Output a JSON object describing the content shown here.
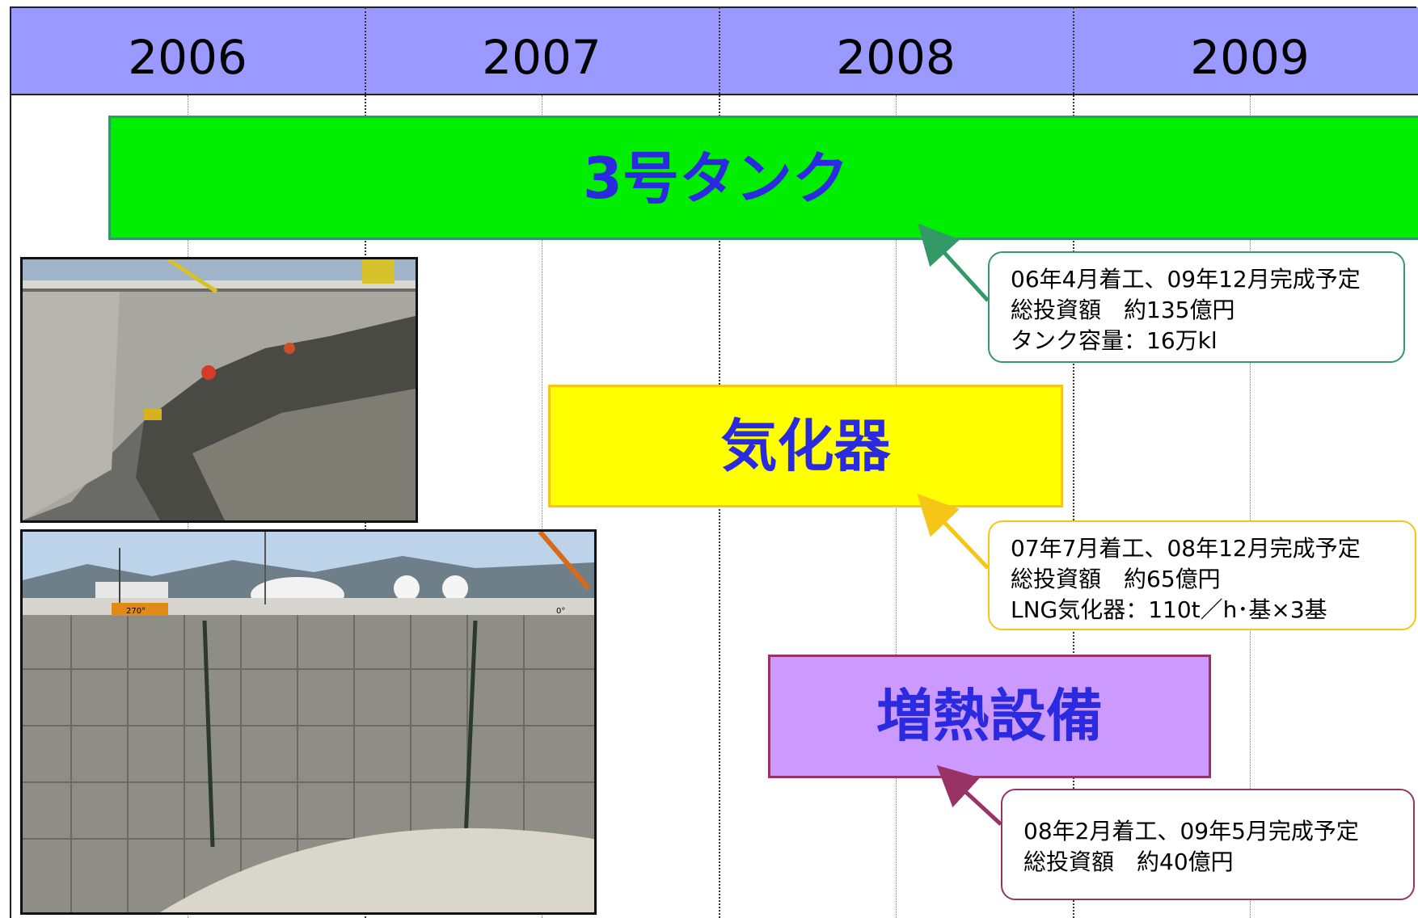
{
  "header": {
    "years": [
      "2006",
      "2007",
      "2008",
      "2009"
    ]
  },
  "colors": {
    "header_bg": "#9999ff",
    "tank_bar": "#00ee00",
    "vaporizer_bar": "#ffff00",
    "heater_bar": "#cc99ff",
    "label_text": "#2a2ae0",
    "tank_accent": "#339966",
    "vaporizer_accent": "#f5c518",
    "heater_accent": "#993366"
  },
  "bars": {
    "tank": {
      "label": "3号タンク"
    },
    "vaporizer": {
      "label": "気化器"
    },
    "heater": {
      "label": "増熱設備"
    }
  },
  "callouts": {
    "tank": [
      "06年4月着工、09年12月完成予定",
      "総投資額　約135億円",
      "タンク容量：16万kl"
    ],
    "vaporizer": [
      "07年7月着工、08年12月完成予定",
      "総投資額　約65億円",
      "LNG気化器：110t／h･基×3基"
    ],
    "heater": [
      "08年2月着工、09年5月完成予定",
      "総投資額　約40億円"
    ]
  },
  "photos": [
    {
      "name": "tank excavation photo"
    },
    {
      "name": "tank interior wall photo",
      "marker_labels": [
        "270°",
        "0°"
      ]
    }
  ]
}
